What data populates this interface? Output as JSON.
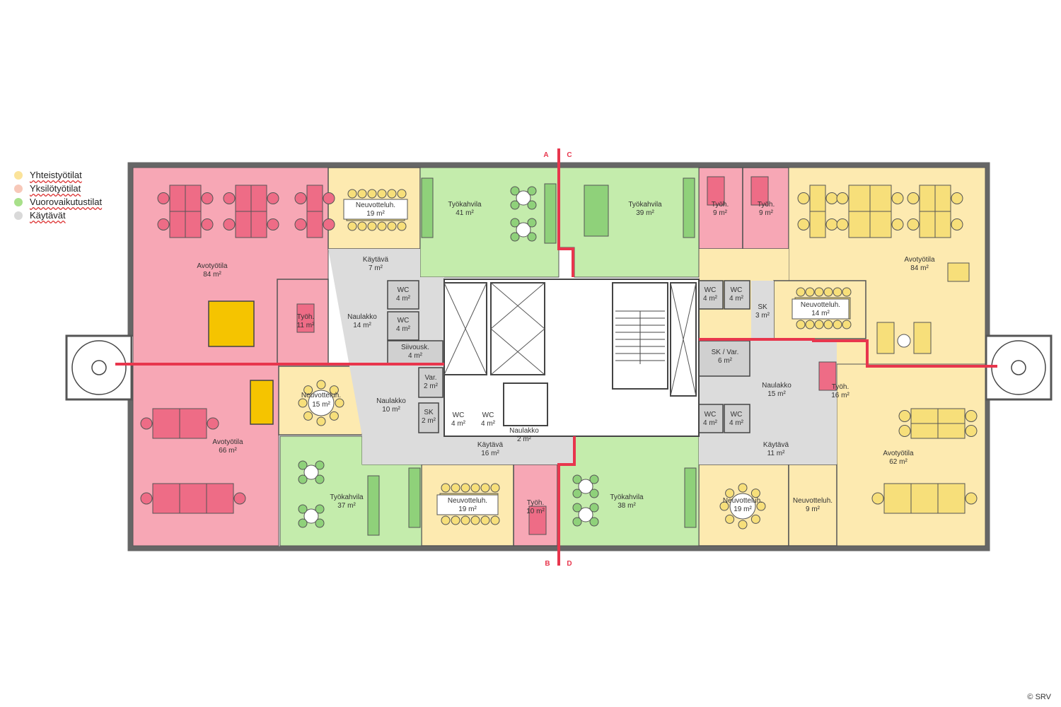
{
  "legend": {
    "items": [
      {
        "label": "Yhteistyötilat",
        "color": "#fbe39a"
      },
      {
        "label": "Yksilötyötilat",
        "color": "#f7c8b9"
      },
      {
        "label": "Vuorovaikutustilat",
        "color": "#a8e08a"
      },
      {
        "label": "Käytävät",
        "color": "#d9d9d9"
      }
    ]
  },
  "colors": {
    "collab": "#fdeab0",
    "individual": "#f7a7b5",
    "interaction": "#c4ecac",
    "corridor": "#dcdcdc",
    "section_line": "#e8364d",
    "furniture_red": "#ee6c86",
    "furniture_yellow": "#f7df7a",
    "furniture_green": "#8fd17a",
    "highlight_yellow": "#f5c400"
  },
  "rooms": {
    "avotyotila_nw": {
      "name": "Avotyötila",
      "area": "84 m²"
    },
    "avotyotila_sw": {
      "name": "Avotyötila",
      "area": "66 m²"
    },
    "avotyotila_ne": {
      "name": "Avotyötila",
      "area": "84 m²"
    },
    "avotyotila_se": {
      "name": "Avotyötila",
      "area": "62 m²"
    },
    "neuvotteluh_n1": {
      "name": "Neuvotteluh.",
      "area": "19 m²"
    },
    "neuvotteluh_w": {
      "name": "Neuvotteluh.",
      "area": "15 m²"
    },
    "neuvotteluh_s1": {
      "name": "Neuvotteluh.",
      "area": "19 m²"
    },
    "neuvotteluh_ne": {
      "name": "Neuvotteluh.",
      "area": "14 m²"
    },
    "neuvotteluh_s2": {
      "name": "Neuvotteluh.",
      "area": "19 m²"
    },
    "neuvotteluh_s3": {
      "name": "Neuvotteluh.",
      "area": "9 m²"
    },
    "tyokahvila_n1": {
      "name": "Työkahvila",
      "area": "41 m²"
    },
    "tyokahvila_n2": {
      "name": "Työkahvila",
      "area": "39 m²"
    },
    "tyokahvila_s1": {
      "name": "Työkahvila",
      "area": "37 m²"
    },
    "tyokahvila_s2": {
      "name": "Työkahvila",
      "area": "38 m²"
    },
    "tyoh_w": {
      "name": "Työh.",
      "area": "11 m²"
    },
    "tyoh_n1": {
      "name": "Työh.",
      "area": "9 m²"
    },
    "tyoh_n2": {
      "name": "Työh.",
      "area": "9 m²"
    },
    "tyoh_s": {
      "name": "Työh.",
      "area": "10 m²"
    },
    "tyoh_e": {
      "name": "Työh.",
      "area": "16 m²"
    },
    "kaytava_n": {
      "name": "Käytävä",
      "area": "7 m²"
    },
    "kaytava_s1": {
      "name": "Käytävä",
      "area": "16 m²"
    },
    "kaytava_s2": {
      "name": "Käytävä",
      "area": "11 m²"
    },
    "naulakko_1": {
      "name": "Naulakko",
      "area": "14 m²"
    },
    "naulakko_2": {
      "name": "Naulakko",
      "area": "10 m²"
    },
    "naulakko_3": {
      "name": "Naulakko",
      "area": "2 m²"
    },
    "naulakko_4": {
      "name": "Naulakko",
      "area": "15 m²"
    },
    "wc_1": {
      "name": "WC",
      "area": "4 m²"
    },
    "wc_2": {
      "name": "WC",
      "area": "4 m²"
    },
    "wc_3": {
      "name": "WC",
      "area": "4 m²"
    },
    "wc_4": {
      "name": "WC",
      "area": "4 m²"
    },
    "wc_5": {
      "name": "WC",
      "area": "4 m²"
    },
    "wc_6": {
      "name": "WC",
      "area": "4 m²"
    },
    "wc_7": {
      "name": "WC",
      "area": "4 m²"
    },
    "wc_8": {
      "name": "WC",
      "area": "4 m²"
    },
    "siivousk": {
      "name": "Siivousk.",
      "area": "4 m²"
    },
    "var": {
      "name": "Var.",
      "area": "2 m²"
    },
    "sk_w": {
      "name": "SK",
      "area": "2 m²"
    },
    "sk_e": {
      "name": "SK",
      "area": "3 m²"
    },
    "sk_var": {
      "name": "SK / Var.",
      "area": "6 m²"
    }
  },
  "section_labels": {
    "a": "A",
    "b": "B",
    "c": "C",
    "d": "D"
  },
  "copyright": "© SRV"
}
